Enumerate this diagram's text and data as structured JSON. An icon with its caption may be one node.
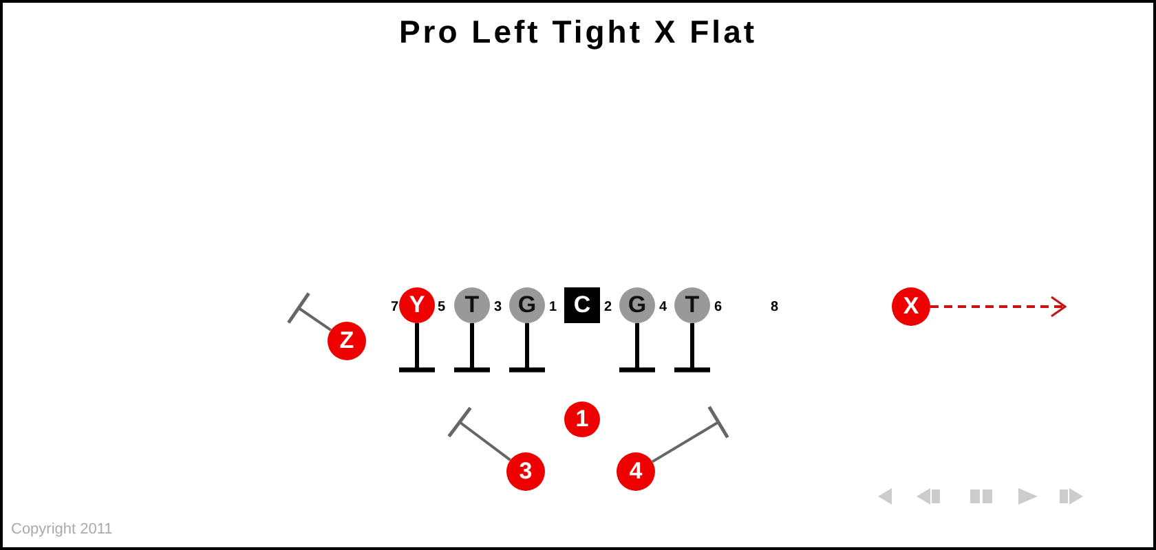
{
  "diagram": {
    "title": "Pro Left Tight X Flat",
    "nodes": [
      {
        "text": [
          "Y"
        ]
      },
      {
        "text": [
          "T"
        ]
      },
      {
        "text": [
          "G"
        ]
      },
      {
        "text": [
          "C"
        ]
      },
      {
        "text": [
          "G"
        ]
      },
      {
        "text": [
          "T"
        ]
      },
      {
        "text": [
          "X"
        ]
      },
      {
        "text": [
          "Z"
        ]
      },
      {
        "text": [
          "1"
        ]
      },
      {
        "text": [
          "3"
        ]
      },
      {
        "text": [
          "4"
        ]
      }
    ],
    "edges": [
      {
        "from": 7,
        "to": null,
        "arrow": "other",
        "color": "#666666"
      },
      {
        "from": 0,
        "to": null,
        "arrow": "other"
      },
      {
        "from": 1,
        "to": null,
        "arrow": "other"
      },
      {
        "from": 2,
        "to": null,
        "arrow": "other"
      },
      {
        "from": 4,
        "to": null,
        "arrow": "other"
      },
      {
        "from": 5,
        "to": null,
        "arrow": "other"
      },
      {
        "from": 6,
        "to": null,
        "arrow": "to",
        "style": "dashed",
        "color": "#cc1111"
      },
      {
        "from": 9,
        "to": null,
        "arrow": "other",
        "color": "#666666"
      },
      {
        "from": 10,
        "to": null,
        "arrow": "other",
        "color": "#666666"
      }
    ],
    "labels": [
      "7",
      "5",
      "3",
      "1",
      "2",
      "4",
      "6",
      "8",
      "Copyright 2011"
    ]
  }
}
